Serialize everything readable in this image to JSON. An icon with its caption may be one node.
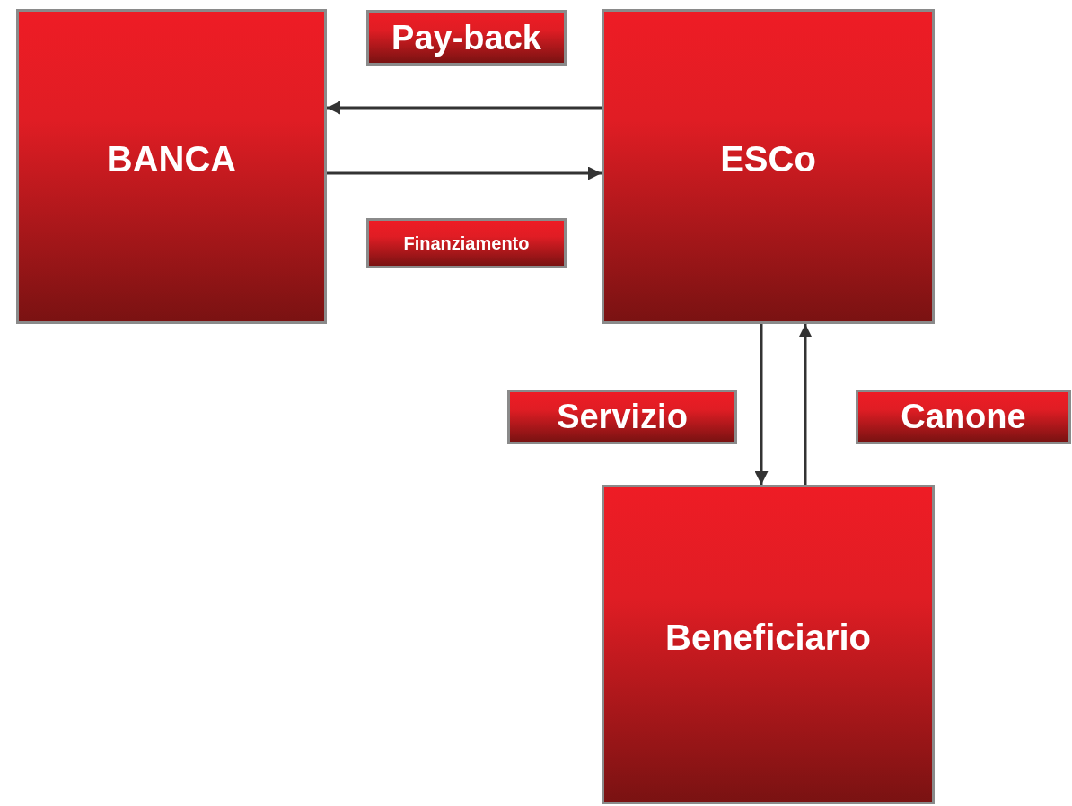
{
  "diagram": {
    "nodes": [
      {
        "text": [
          "BANCA"
        ]
      },
      {
        "text": [
          "ESCo"
        ]
      },
      {
        "text": [
          "Beneficiario"
        ]
      }
    ],
    "edges": [
      {
        "from": 1,
        "to": 0,
        "arrow": "to",
        "label": "Pay-back"
      },
      {
        "from": 0,
        "to": 1,
        "arrow": "to",
        "label": "Finanziamento"
      },
      {
        "from": 1,
        "to": 2,
        "arrow": "to",
        "label": "Servizio"
      },
      {
        "from": 2,
        "to": 1,
        "arrow": "to",
        "label": "Canone"
      }
    ]
  }
}
